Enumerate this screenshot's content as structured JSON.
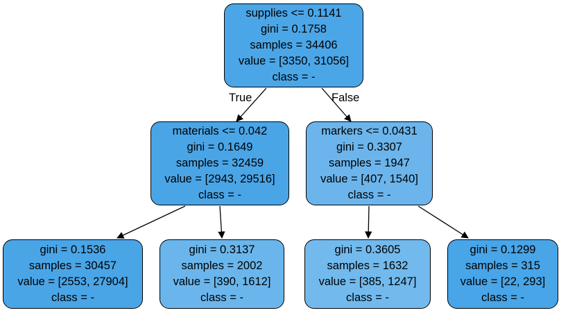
{
  "tree": {
    "edge_labels": {
      "true_label": "True",
      "false_label": "False"
    },
    "nodes": [
      {
        "id": "root",
        "fill": "#4ba6e7",
        "lines": [
          "supplies <= 0.1141",
          "gini = 0.1758",
          "samples = 34406",
          "value = [3350, 31056]",
          "class = -"
        ]
      },
      {
        "id": "left",
        "fill": "#4aa5e7",
        "lines": [
          "materials <= 0.042",
          "gini = 0.1649",
          "samples = 32459",
          "value = [2943, 29516]",
          "class = -"
        ]
      },
      {
        "id": "right",
        "fill": "#6cb5ec",
        "lines": [
          "markers <= 0.0431",
          "gini = 0.3307",
          "samples = 1947",
          "value = [407, 1540]",
          "class = -"
        ]
      },
      {
        "id": "leaf-1",
        "fill": "#4aa5e7",
        "lines": [
          "gini = 0.1536",
          "samples = 30457",
          "value = [2553, 27904]",
          "class = -"
        ]
      },
      {
        "id": "leaf-2",
        "fill": "#6ab6ec",
        "lines": [
          "gini = 0.3137",
          "samples = 2002",
          "value = [390, 1612]",
          "class = -"
        ]
      },
      {
        "id": "leaf-3",
        "fill": "#72baed",
        "lines": [
          "gini = 0.3605",
          "samples = 1632",
          "value = [385, 1247]",
          "class = -"
        ]
      },
      {
        "id": "leaf-4",
        "fill": "#48a5e7",
        "lines": [
          "gini = 0.1299",
          "samples = 315",
          "value = [22, 293]",
          "class = -"
        ]
      }
    ]
  }
}
